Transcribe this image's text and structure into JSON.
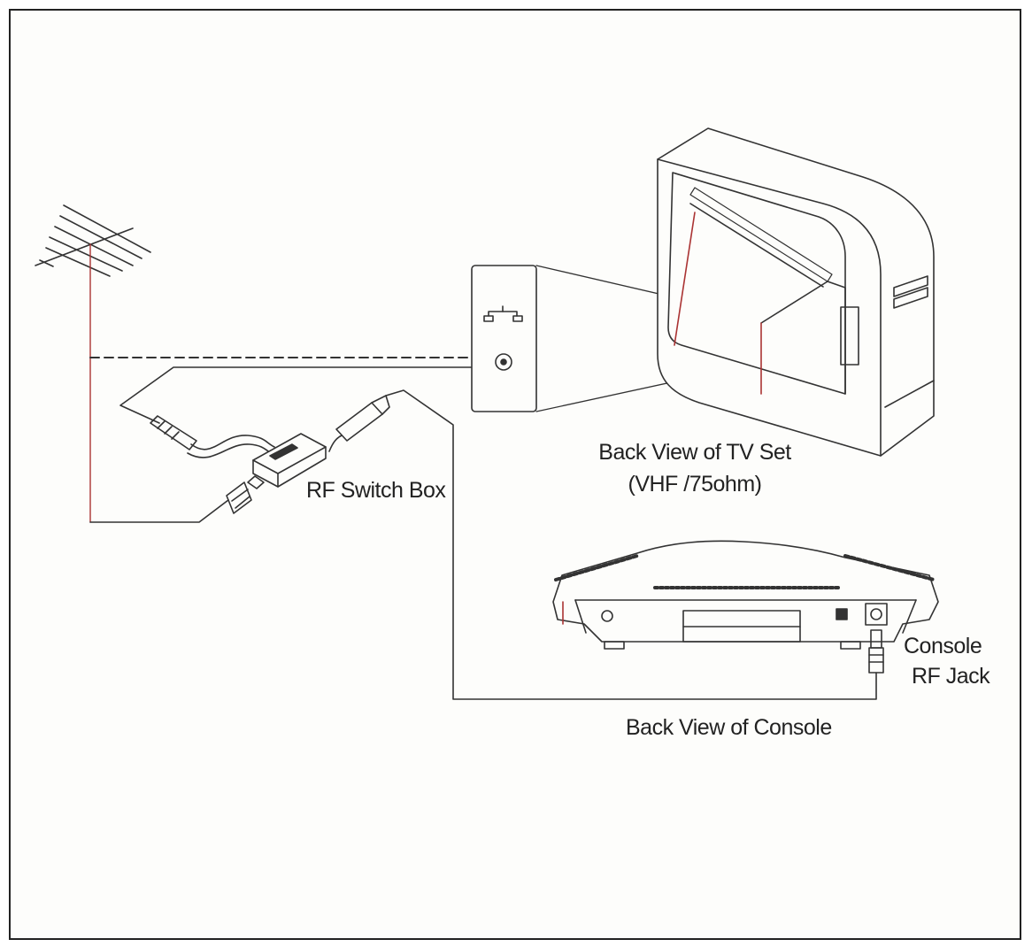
{
  "labels": {
    "tv_back_view": "Back View of TV Set",
    "tv_spec": "(VHF /75ohm)",
    "switch_box": "RF Switch Box",
    "console_rf_jack_line1": "Console",
    "console_rf_jack_line2": "RF Jack",
    "console_back_view": "Back View of Console"
  }
}
